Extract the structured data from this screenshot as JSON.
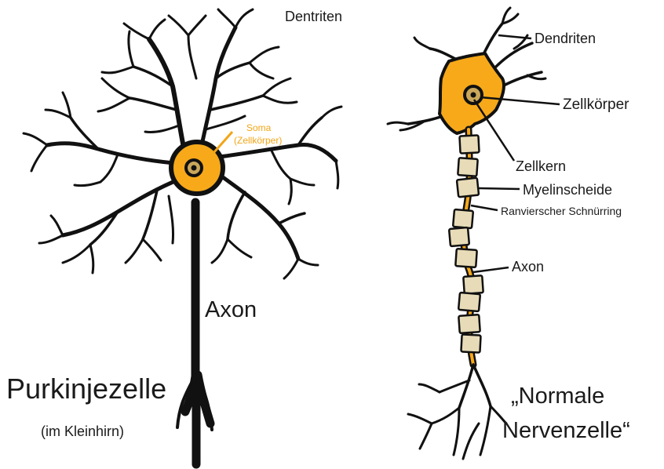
{
  "labels": {
    "dentriten": "Dentriten",
    "soma": "Soma",
    "soma_sub": "(Zellkörper)",
    "axon_left": "Axon",
    "purkinje": "Purkinjezelle",
    "kleinhirn": "(im Kleinhirn)",
    "dendriten": "Dendriten",
    "zellkoerper": "Zellkörper",
    "zellkern": "Zellkern",
    "myelin": "Myelinscheide",
    "ranvier": "Ranvierscher Schnürring",
    "axon_right": "Axon",
    "normale_1": "„Normale",
    "normale_2": "Nervenzelle“"
  },
  "colors": {
    "cell_orange": "#f7a919",
    "soma_label": "#f2a516",
    "myelin": "#e8dcb8",
    "ink": "#111111"
  }
}
